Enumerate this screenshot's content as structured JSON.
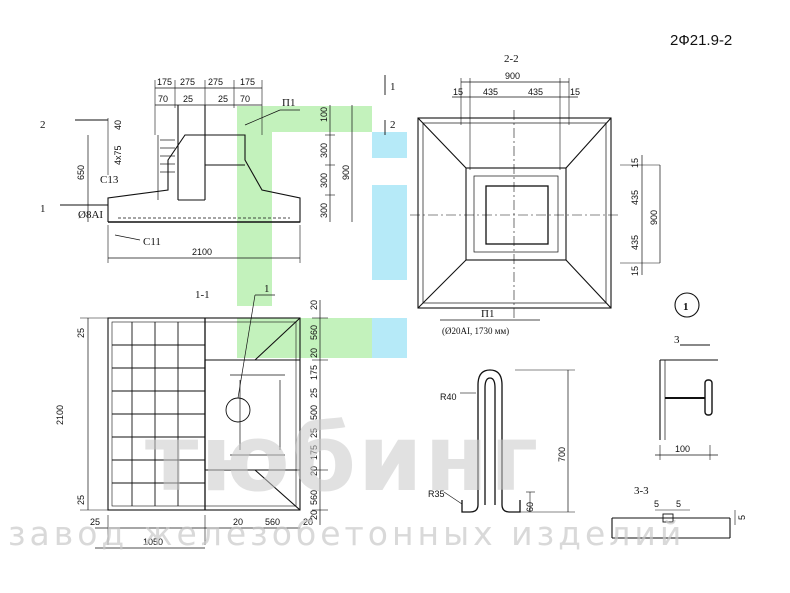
{
  "drawing_code": "2Ф21.9-2",
  "colors": {
    "logo_green": "#b9f0b0",
    "logo_blue": "#aee8f7",
    "line": "#111111",
    "watermark": "#c9c9c9"
  },
  "watermark": {
    "brand": "тюбинг",
    "tagline": "завод железобетонных изделий"
  },
  "elevation": {
    "top_dims": [
      "175",
      "275",
      "275",
      "175"
    ],
    "second_dims": [
      "70",
      "25",
      "25",
      "70"
    ],
    "right_dims": [
      "100",
      "300",
      "300",
      "300"
    ],
    "left_dims": [
      "40",
      "4x75",
      "650"
    ],
    "overall_height": "900",
    "overall_width": "2100",
    "labels": {
      "pi1": "П1",
      "c13": "С13",
      "c11": "С11",
      "bar": "Ø8AI",
      "sec1": "1",
      "sec2": "2",
      "arrow1_top": "1",
      "arrow2_right": "2"
    }
  },
  "section_22": {
    "title": "2-2",
    "top_total": "900",
    "top_dims": [
      "15",
      "435",
      "435",
      "15"
    ],
    "right_dims": [
      "15",
      "435",
      "435",
      "15"
    ],
    "right_total": "900"
  },
  "section_11": {
    "title": "1-1",
    "callout": "1",
    "left_overall": "2100",
    "left_dims": [
      "25",
      "25"
    ],
    "right_dims": [
      "20",
      "560",
      "20",
      "175",
      "25",
      "500",
      "25",
      "175",
      "20",
      "560",
      "20"
    ],
    "bottom_dims": [
      "25",
      "20",
      "560",
      "20"
    ],
    "bottom_total": "1050"
  },
  "part_pi1": {
    "title": "П1",
    "subtitle": "(Ø20AI, 1730 мм)",
    "r40": "R40",
    "r35": "R35",
    "height": "700",
    "hook": "60"
  },
  "detail_1": {
    "callout": "1",
    "section_label": "3",
    "width": "100"
  },
  "section_33": {
    "title": "3-3",
    "left": "5",
    "right": "5",
    "side": "5"
  }
}
